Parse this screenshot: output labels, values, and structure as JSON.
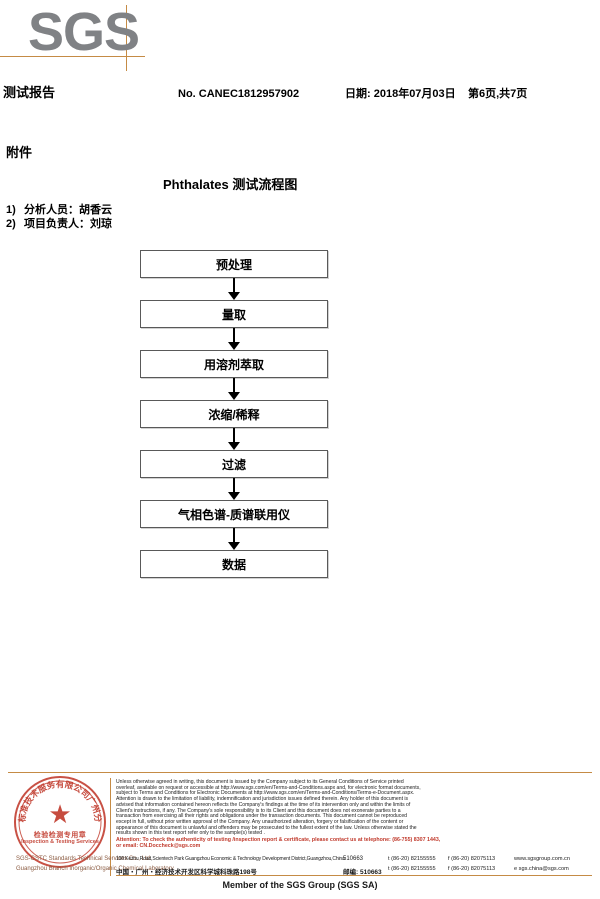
{
  "logo": {
    "wordmark": "SGS"
  },
  "header": {
    "title": "测试报告",
    "report_no": "No. CANEC1812957902",
    "date": "日期: 2018年07月03日",
    "page": "第6页,共7页"
  },
  "attachment": {
    "label": "附件",
    "flow_title": "Phthalates 测试流程图",
    "personnel": [
      {
        "index": "1)",
        "text": "分析人员：胡香云"
      },
      {
        "index": "2)",
        "text": "项目负责人：刘琼"
      }
    ]
  },
  "flowchart": {
    "steps": [
      {
        "label": "预处理"
      },
      {
        "label": "量取"
      },
      {
        "label": "用溶剂萃取"
      },
      {
        "label": "浓缩/稀释"
      },
      {
        "label": "过滤"
      },
      {
        "label": "气相色谱-质谱联用仪"
      },
      {
        "label": "数据"
      }
    ]
  },
  "seal": {
    "cn_title": "检验检测专用章",
    "en_title": "Inspection & Testing Services",
    "star": "★",
    "arc_text": "通标标准技术服务有限公司广州分公司",
    "company_line_1": "SGS-CSTC Standards Technical Services Co., Ltd.",
    "company_line_2": "Guangzhou Branch Inorganic/Organic Chemical Laboratory"
  },
  "footer": {
    "legal_lines": [
      "Unless otherwise agreed in writing, this document is issued by the Company subject to its General Conditions of Service printed",
      "overleaf, available on request or accessible at http://www.sgs.com/en/Terms-and-Conditions.aspx and, for electronic format documents,",
      "subject to Terms and Conditions for Electronic Documents at http://www.sgs.com/en/Terms-and-Conditions/Terms-e-Document.aspx.",
      "Attention is drawn to the limitation of liability, indemnification and jurisdiction issues defined therein. Any holder of this document is",
      "advised that information contained hereon reflects the Company's findings at the time of its intervention only and within the limits of",
      "Client's instructions, if any. The Company's sole responsibility is to its Client and this document does not exonerate parties to a",
      "transaction from exercising all their rights and obligations under the transaction documents. This document cannot be reproduced",
      "except in full, without prior written approval of the Company. Any unauthorized alteration, forgery or falsification of the content or",
      "appearance of this document is unlawful and offenders may be prosecuted to the fullest extent of the law. Unless otherwise stated the",
      "results shown in this test report refer only to the sample(s) tested ."
    ],
    "attention_lines": [
      "Attention: To check the authenticity of testing /inspection report & certificate, please contact us at telephone: (86-755) 8307 1443,",
      "or email: CN.Doccheck@sgs.com"
    ],
    "address_en": {
      "address": "198 Kezhu Road,Scientech Park Guangzhou Economic & Technology Development District,Guangzhou,China",
      "zip": "510663",
      "tel": "t (86-20) 82155555",
      "fax": "f (86-20) 82075113",
      "web": "www.sgsgroup.com.cn"
    },
    "address_cn": {
      "address": "中国・广州・经济技术开发区科学城科珠路198号",
      "zip": "邮编: 510663",
      "tel": "t (86-20) 82155555",
      "fax": "f (86-20) 82075113",
      "web": "e sgs.china@sgs.com"
    },
    "member_line": "Member of the SGS Group (SGS SA)"
  },
  "colors": {
    "rule_orange": "#c58b45",
    "seal_red": "#c0392b",
    "logo_gray": "#808285"
  }
}
